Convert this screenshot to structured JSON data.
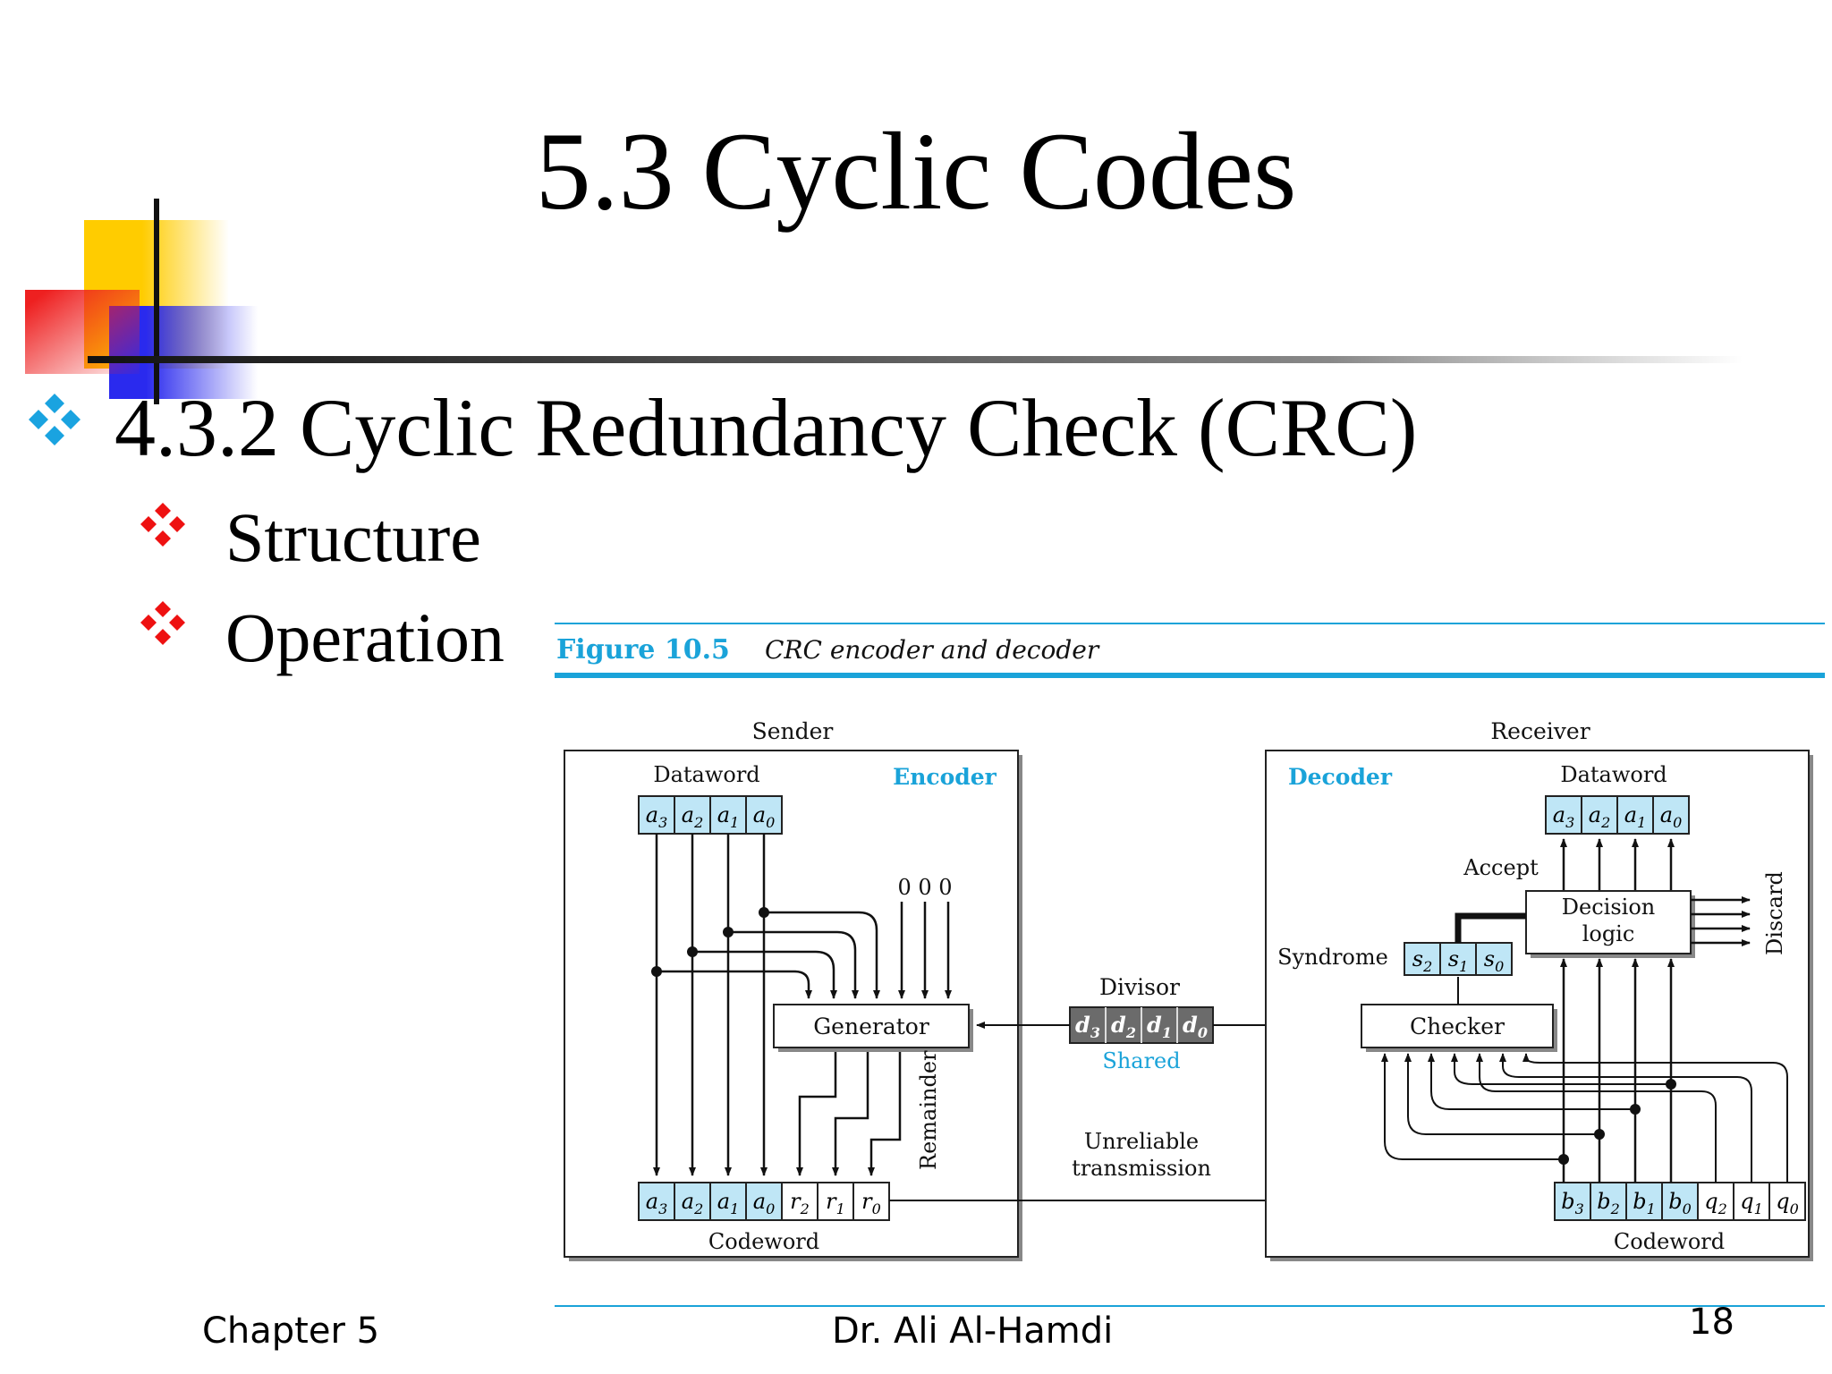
{
  "slide": {
    "title": "5.3 Cyclic Codes",
    "bullet_main": "4.3.2 Cyclic Redundancy Check (CRC)",
    "sub_bullets": [
      "Structure",
      "Operation"
    ]
  },
  "figure": {
    "number": "Figure 10.5",
    "caption": "CRC encoder and decoder",
    "sender": {
      "header": "Sender",
      "encoder_label": "Encoder",
      "dataword_label": "Dataword",
      "dataword": [
        "a3",
        "a2",
        "a1",
        "a0"
      ],
      "zeros": "0 0 0",
      "generator": "Generator",
      "remainder_label": "Remainder",
      "codeword": [
        "a3",
        "a2",
        "a1",
        "a0",
        "r2",
        "r1",
        "r0"
      ],
      "codeword_label": "Codeword"
    },
    "middle": {
      "divisor_label": "Divisor",
      "divisor": [
        "d3",
        "d2",
        "d1",
        "d0"
      ],
      "shared_label": "Shared",
      "transmission_line1": "Unreliable",
      "transmission_line2": "transmission"
    },
    "receiver": {
      "header": "Receiver",
      "decoder_label": "Decoder",
      "dataword_label": "Dataword",
      "dataword": [
        "a3",
        "a2",
        "a1",
        "a0"
      ],
      "accept_label": "Accept",
      "decision_line1": "Decision",
      "decision_line2": "logic",
      "discard_label": "Discard",
      "syndrome_label": "Syndrome",
      "syndrome": [
        "s2",
        "s1",
        "s0"
      ],
      "checker": "Checker",
      "codeword": [
        "b3",
        "b2",
        "b1",
        "b0",
        "q2",
        "q1",
        "q0"
      ],
      "codeword_label": "Codeword"
    }
  },
  "footer": {
    "left": "Chapter 5",
    "center": "Dr. Ali Al-Hamdi",
    "page_number": "18"
  },
  "colors": {
    "figure_blue": "#1aa3d9",
    "cell_fill": "#bfe6f6",
    "divisor_fill": "#6b6b6b",
    "deco_yellow": "#ffcc00",
    "deco_red": "#ee2222",
    "deco_blue": "#2a2aee",
    "bullet_blue": "#1aa3e0",
    "bullet_red": "#ee1111"
  }
}
